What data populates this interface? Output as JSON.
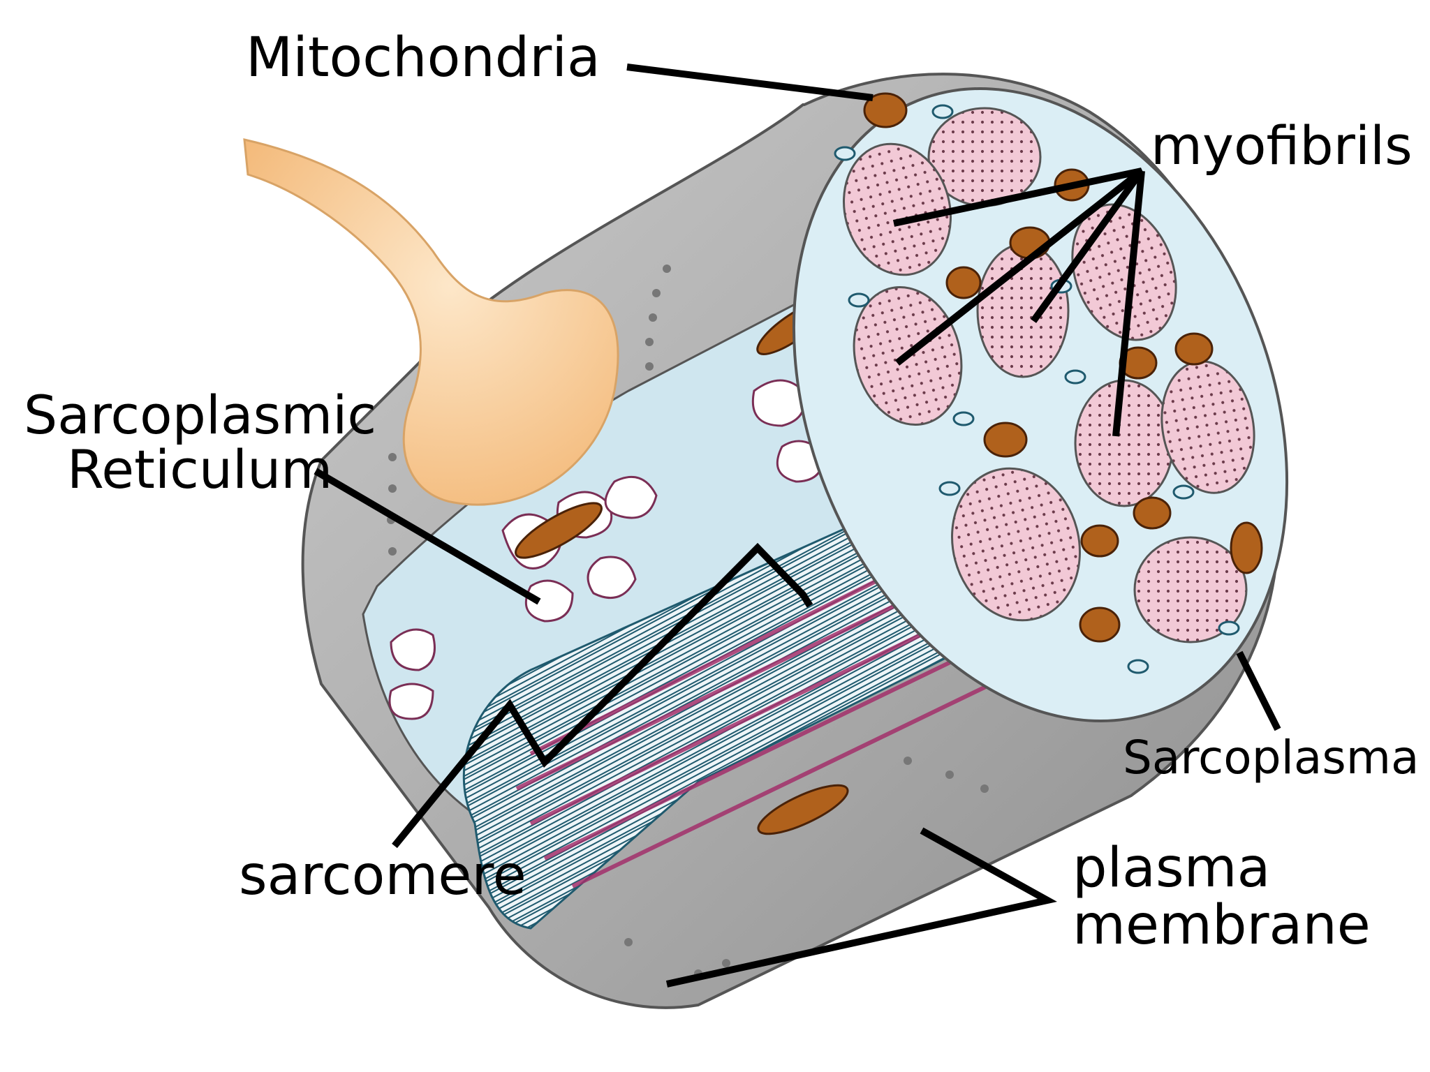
{
  "labels": {
    "mitochondria": "Mitochondria",
    "myofibrils": "myofibrils",
    "sarcoplasmic_reticulum_line1": "Sarcoplasmic",
    "sarcoplasmic_reticulum_line2": "Reticulum",
    "sarcoplasma": "Sarcoplasma",
    "sarcomere": "sarcomere",
    "plasma_membrane_line1": "plasma",
    "plasma_membrane_line2": "membrane"
  },
  "colors": {
    "membrane_gray": "#a9a9a9",
    "cytoplasm_blue": "#d6e9f1",
    "myofibril_pink": "#f2c9d6",
    "mitochondria_brown": "#b0611c",
    "nerve_tan": "#f6c48d",
    "striation_magenta": "#a3306b",
    "leader_line": "#000000"
  }
}
